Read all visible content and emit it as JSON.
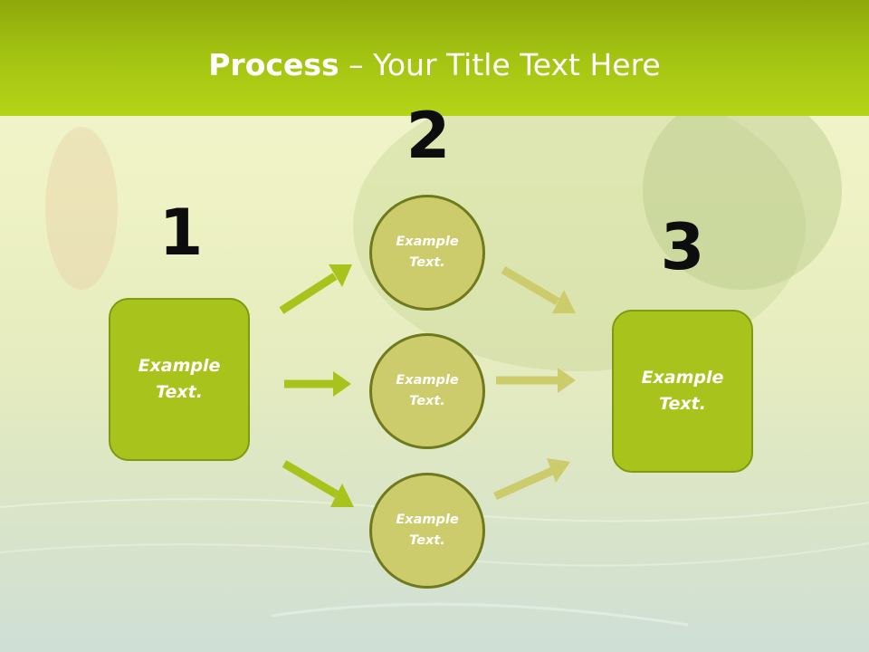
{
  "title": {
    "bold": "Process",
    "rest": " – Your Title Text Here"
  },
  "steps": [
    {
      "number": "1",
      "label": "Example Text."
    },
    {
      "number": "2",
      "items": [
        "Example Text.",
        "Example Text.",
        "Example Text."
      ]
    },
    {
      "number": "3",
      "label": "Example Text."
    }
  ],
  "colors": {
    "header": "#a2c212",
    "box": "#a8c41c",
    "circle": "#cdcc6c",
    "arrow_left": "#a8c41c",
    "arrow_right": "#cdcc6c"
  }
}
